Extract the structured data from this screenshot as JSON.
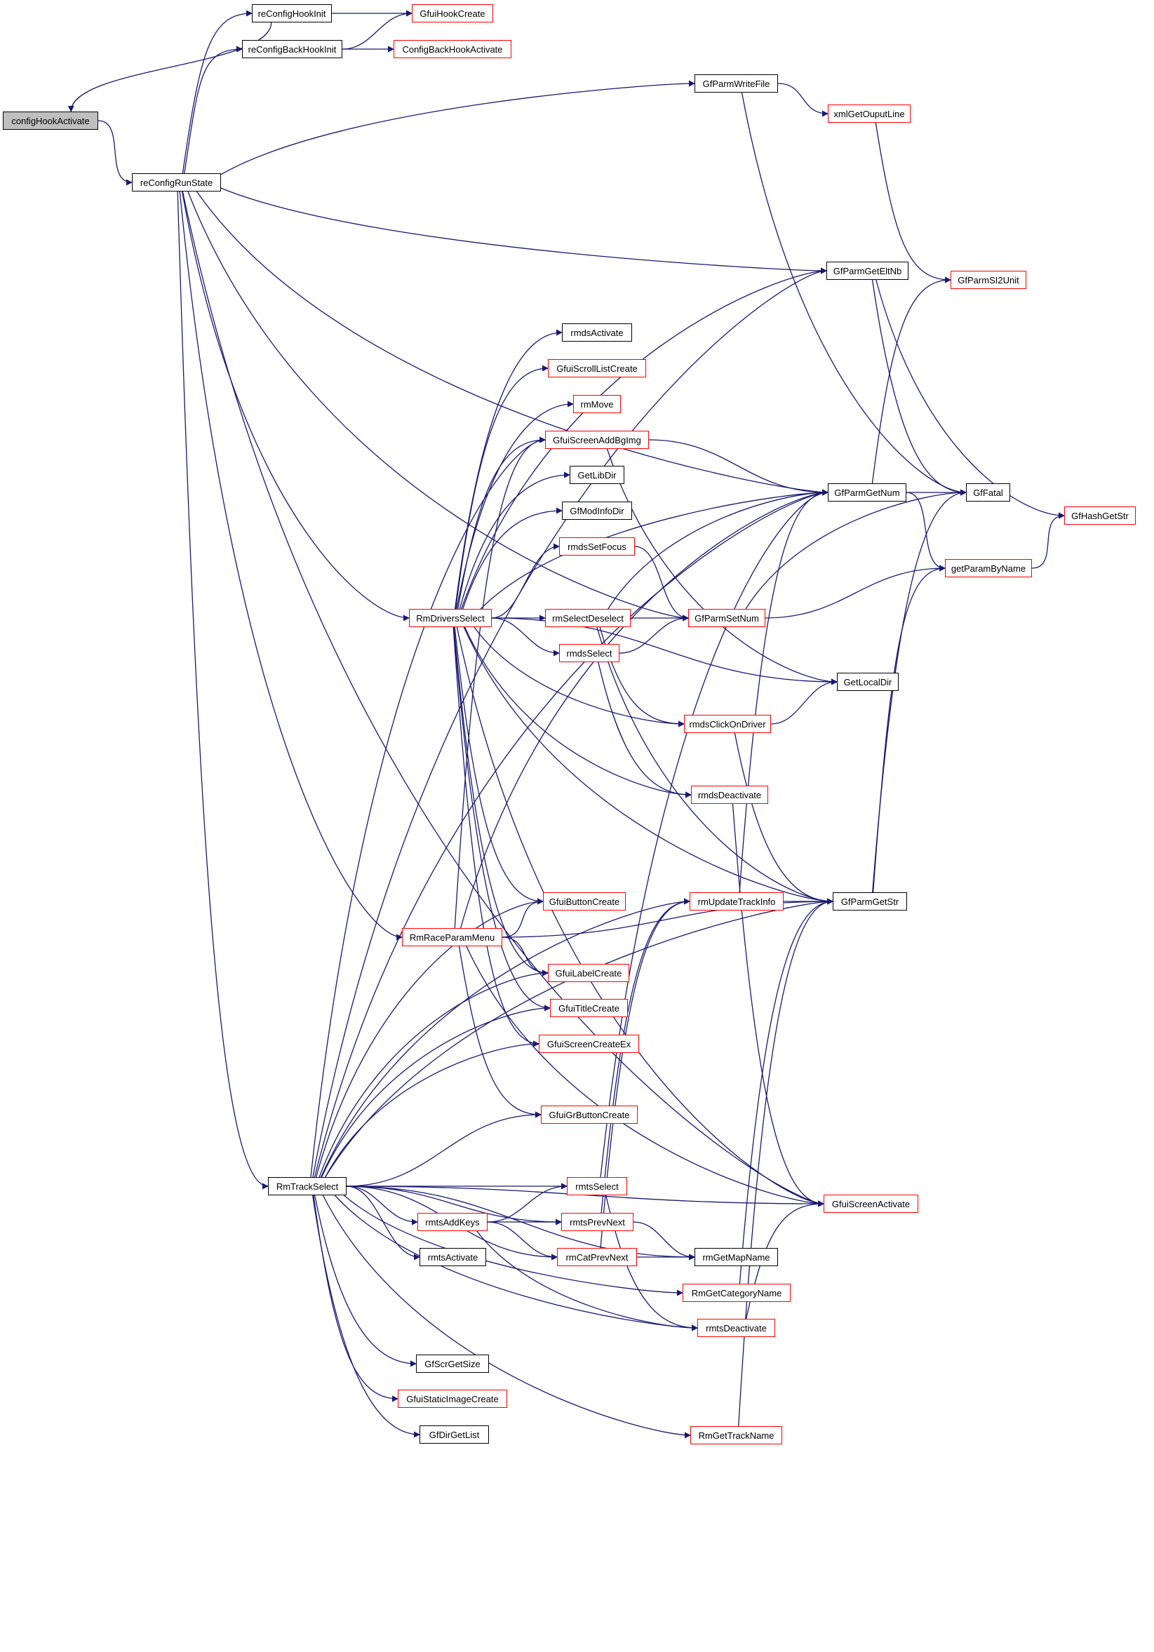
{
  "graph": {
    "edge_color": "#191970",
    "node_border_default": "#000000",
    "node_border_incomplete": "#ff0000",
    "root_fill": "#bfbfbf",
    "nodes": [
      {
        "id": "configHookActivate",
        "label": "configHookActivate",
        "style": "root"
      },
      {
        "id": "reConfigHookInit",
        "label": "reConfigHookInit",
        "style": "black"
      },
      {
        "id": "reConfigBackHookInit",
        "label": "reConfigBackHookInit",
        "style": "black"
      },
      {
        "id": "reConfigRunState",
        "label": "reConfigRunState",
        "style": "black"
      },
      {
        "id": "GfuiHookCreate",
        "label": "GfuiHookCreate",
        "style": "red"
      },
      {
        "id": "ConfigBackHookActivate",
        "label": "ConfigBackHookActivate",
        "style": "red"
      },
      {
        "id": "GfParmWriteFile",
        "label": "GfParmWriteFile",
        "style": "black"
      },
      {
        "id": "xmlGetOuputLine",
        "label": "xmlGetOuputLine",
        "style": "red"
      },
      {
        "id": "GfParmGetEltNb",
        "label": "GfParmGetEltNb",
        "style": "black"
      },
      {
        "id": "GfParmSI2Unit",
        "label": "GfParmSI2Unit",
        "style": "red"
      },
      {
        "id": "rmdsActivate",
        "label": "rmdsActivate",
        "style": "black"
      },
      {
        "id": "GfuiScrollListCreate",
        "label": "GfuiScrollListCreate",
        "style": "red"
      },
      {
        "id": "rmMove",
        "label": "rmMove",
        "style": "red"
      },
      {
        "id": "GfuiScreenAddBgImg",
        "label": "GfuiScreenAddBgImg",
        "style": "red"
      },
      {
        "id": "GetLibDir",
        "label": "GetLibDir",
        "style": "black"
      },
      {
        "id": "GfModInfoDir",
        "label": "GfModInfoDir",
        "style": "black"
      },
      {
        "id": "rmdsSetFocus",
        "label": "rmdsSetFocus",
        "style": "red"
      },
      {
        "id": "GfParmGetNum",
        "label": "GfParmGetNum",
        "style": "black"
      },
      {
        "id": "GfFatal",
        "label": "GfFatal",
        "style": "black"
      },
      {
        "id": "GfHashGetStr",
        "label": "GfHashGetStr",
        "style": "red"
      },
      {
        "id": "getParamByName",
        "label": "getParamByName",
        "style": "red"
      },
      {
        "id": "RmDriversSelect",
        "label": "RmDriversSelect",
        "style": "red"
      },
      {
        "id": "rmSelectDeselect",
        "label": "rmSelectDeselect",
        "style": "red"
      },
      {
        "id": "GfParmSetNum",
        "label": "GfParmSetNum",
        "style": "red"
      },
      {
        "id": "rmdsSelect",
        "label": "rmdsSelect",
        "style": "red"
      },
      {
        "id": "GetLocalDir",
        "label": "GetLocalDir",
        "style": "black"
      },
      {
        "id": "rmdsClickOnDriver",
        "label": "rmdsClickOnDriver",
        "style": "red"
      },
      {
        "id": "rmdsDeactivate",
        "label": "rmdsDeactivate",
        "style": "red"
      },
      {
        "id": "GfuiButtonCreate",
        "label": "GfuiButtonCreate",
        "style": "red"
      },
      {
        "id": "rmUpdateTrackInfo",
        "label": "rmUpdateTrackInfo",
        "style": "red"
      },
      {
        "id": "GfParmGetStr",
        "label": "GfParmGetStr",
        "style": "black"
      },
      {
        "id": "RmRaceParamMenu",
        "label": "RmRaceParamMenu",
        "style": "red"
      },
      {
        "id": "GfuiLabelCreate",
        "label": "GfuiLabelCreate",
        "style": "red"
      },
      {
        "id": "GfuiTitleCreate",
        "label": "GfuiTitleCreate",
        "style": "red"
      },
      {
        "id": "GfuiScreenCreateEx",
        "label": "GfuiScreenCreateEx",
        "style": "red"
      },
      {
        "id": "GfuiGrButtonCreate",
        "label": "GfuiGrButtonCreate",
        "style": "red"
      },
      {
        "id": "RmTrackSelect",
        "label": "RmTrackSelect",
        "style": "black"
      },
      {
        "id": "rmtsSelect",
        "label": "rmtsSelect",
        "style": "red"
      },
      {
        "id": "rmtsAddKeys",
        "label": "rmtsAddKeys",
        "style": "red"
      },
      {
        "id": "rmtsPrevNext",
        "label": "rmtsPrevNext",
        "style": "red"
      },
      {
        "id": "rmtsActivate",
        "label": "rmtsActivate",
        "style": "black"
      },
      {
        "id": "rmCatPrevNext",
        "label": "rmCatPrevNext",
        "style": "red"
      },
      {
        "id": "GfuiScreenActivate",
        "label": "GfuiScreenActivate",
        "style": "red"
      },
      {
        "id": "rmGetMapName",
        "label": "rmGetMapName",
        "style": "black"
      },
      {
        "id": "RmGetCategoryName",
        "label": "RmGetCategoryName",
        "style": "red"
      },
      {
        "id": "rmtsDeactivate",
        "label": "rmtsDeactivate",
        "style": "red"
      },
      {
        "id": "GfScrGetSize",
        "label": "GfScrGetSize",
        "style": "black"
      },
      {
        "id": "GfuiStaticImageCreate",
        "label": "GfuiStaticImageCreate",
        "style": "red"
      },
      {
        "id": "GfDirGetList",
        "label": "GfDirGetList",
        "style": "black"
      },
      {
        "id": "RmGetTrackName",
        "label": "RmGetTrackName",
        "style": "red"
      }
    ],
    "edges": [
      [
        "configHookActivate",
        "reConfigRunState"
      ],
      [
        "reConfigHookInit",
        "configHookActivate"
      ],
      [
        "reConfigHookInit",
        "GfuiHookCreate"
      ],
      [
        "reConfigBackHookInit",
        "GfuiHookCreate"
      ],
      [
        "reConfigBackHookInit",
        "ConfigBackHookActivate"
      ],
      [
        "reConfigRunState",
        "reConfigHookInit"
      ],
      [
        "reConfigRunState",
        "reConfigBackHookInit"
      ],
      [
        "reConfigRunState",
        "GfParmWriteFile"
      ],
      [
        "reConfigRunState",
        "GfParmGetEltNb"
      ],
      [
        "reConfigRunState",
        "GfParmGetNum"
      ],
      [
        "reConfigRunState",
        "GfParmSetNum"
      ],
      [
        "reConfigRunState",
        "RmDriversSelect"
      ],
      [
        "reConfigRunState",
        "RmRaceParamMenu"
      ],
      [
        "reConfigRunState",
        "RmTrackSelect"
      ],
      [
        "reConfigRunState",
        "GfuiScreenActivate"
      ],
      [
        "GfParmWriteFile",
        "xmlGetOuputLine"
      ],
      [
        "GfParmWriteFile",
        "GfFatal"
      ],
      [
        "xmlGetOuputLine",
        "GfParmSI2Unit"
      ],
      [
        "GfParmGetEltNb",
        "GfFatal"
      ],
      [
        "GfParmGetEltNb",
        "GfHashGetStr"
      ],
      [
        "GfParmGetNum",
        "GfFatal"
      ],
      [
        "GfParmGetNum",
        "GfParmSI2Unit"
      ],
      [
        "GfParmGetNum",
        "getParamByName"
      ],
      [
        "getParamByName",
        "GfHashGetStr"
      ],
      [
        "GfParmSetNum",
        "GfFatal"
      ],
      [
        "GfParmSetNum",
        "getParamByName"
      ],
      [
        "GfParmGetStr",
        "GfFatal"
      ],
      [
        "GfParmGetStr",
        "getParamByName"
      ],
      [
        "GfuiScreenAddBgImg",
        "GfParmGetNum"
      ],
      [
        "GfuiScreenAddBgImg",
        "GetLocalDir"
      ],
      [
        "rmdsSetFocus",
        "GfParmSetNum"
      ],
      [
        "RmDriversSelect",
        "GfParmGetEltNb"
      ],
      [
        "RmDriversSelect",
        "GfParmGetNum"
      ],
      [
        "RmDriversSelect",
        "rmdsActivate"
      ],
      [
        "RmDriversSelect",
        "GfuiScrollListCreate"
      ],
      [
        "RmDriversSelect",
        "rmMove"
      ],
      [
        "RmDriversSelect",
        "GfuiScreenAddBgImg"
      ],
      [
        "RmDriversSelect",
        "GetLibDir"
      ],
      [
        "RmDriversSelect",
        "GfModInfoDir"
      ],
      [
        "RmDriversSelect",
        "rmdsSetFocus"
      ],
      [
        "RmDriversSelect",
        "rmSelectDeselect"
      ],
      [
        "RmDriversSelect",
        "rmdsSelect"
      ],
      [
        "RmDriversSelect",
        "GetLocalDir"
      ],
      [
        "RmDriversSelect",
        "rmdsClickOnDriver"
      ],
      [
        "RmDriversSelect",
        "rmdsDeactivate"
      ],
      [
        "RmDriversSelect",
        "GfParmGetStr"
      ],
      [
        "RmDriversSelect",
        "GfuiButtonCreate"
      ],
      [
        "RmDriversSelect",
        "GfuiLabelCreate"
      ],
      [
        "RmDriversSelect",
        "GfuiTitleCreate"
      ],
      [
        "RmDriversSelect",
        "GfuiScreenCreateEx"
      ],
      [
        "RmDriversSelect",
        "GfuiScreenActivate"
      ],
      [
        "rmSelectDeselect",
        "GfParmSetNum"
      ],
      [
        "rmSelectDeselect",
        "GfParmGetNum"
      ],
      [
        "rmSelectDeselect",
        "rmdsClickOnDriver"
      ],
      [
        "rmSelectDeselect",
        "GfParmGetStr"
      ],
      [
        "rmdsSelect",
        "GfParmSetNum"
      ],
      [
        "rmdsSelect",
        "rmdsDeactivate"
      ],
      [
        "rmdsClickOnDriver",
        "GetLocalDir"
      ],
      [
        "rmdsClickOnDriver",
        "GfParmGetStr"
      ],
      [
        "rmdsDeactivate",
        "GfuiScreenActivate"
      ],
      [
        "RmRaceParamMenu",
        "GfuiScreenAddBgImg"
      ],
      [
        "RmRaceParamMenu",
        "GfParmGetNum"
      ],
      [
        "RmRaceParamMenu",
        "GfuiButtonCreate"
      ],
      [
        "RmRaceParamMenu",
        "GfParmGetStr"
      ],
      [
        "RmRaceParamMenu",
        "GfuiLabelCreate"
      ],
      [
        "RmRaceParamMenu",
        "GfuiGrButtonCreate"
      ],
      [
        "RmRaceParamMenu",
        "GfuiScreenActivate"
      ],
      [
        "rmUpdateTrackInfo",
        "GfParmGetNum"
      ],
      [
        "rmUpdateTrackInfo",
        "GfParmGetStr"
      ],
      [
        "RmTrackSelect",
        "GfParmGetEltNb"
      ],
      [
        "RmTrackSelect",
        "GfParmGetNum"
      ],
      [
        "RmTrackSelect",
        "GfuiScreenAddBgImg"
      ],
      [
        "RmTrackSelect",
        "rmUpdateTrackInfo"
      ],
      [
        "RmTrackSelect",
        "GfuiButtonCreate"
      ],
      [
        "RmTrackSelect",
        "GfuiLabelCreate"
      ],
      [
        "RmTrackSelect",
        "GfuiTitleCreate"
      ],
      [
        "RmTrackSelect",
        "GfuiScreenCreateEx"
      ],
      [
        "RmTrackSelect",
        "GfuiGrButtonCreate"
      ],
      [
        "RmTrackSelect",
        "GfParmGetStr"
      ],
      [
        "RmTrackSelect",
        "rmtsSelect"
      ],
      [
        "RmTrackSelect",
        "rmtsAddKeys"
      ],
      [
        "RmTrackSelect",
        "rmtsPrevNext"
      ],
      [
        "RmTrackSelect",
        "rmtsActivate"
      ],
      [
        "RmTrackSelect",
        "rmCatPrevNext"
      ],
      [
        "RmTrackSelect",
        "RmGetCategoryName"
      ],
      [
        "RmTrackSelect",
        "GfScrGetSize"
      ],
      [
        "RmTrackSelect",
        "GfuiStaticImageCreate"
      ],
      [
        "RmTrackSelect",
        "GfDirGetList"
      ],
      [
        "RmTrackSelect",
        "rmGetMapName"
      ],
      [
        "RmTrackSelect",
        "rmtsDeactivate"
      ],
      [
        "RmTrackSelect",
        "RmGetTrackName"
      ],
      [
        "RmTrackSelect",
        "GfuiScreenActivate"
      ],
      [
        "rmtsSelect",
        "GfParmGetNum"
      ],
      [
        "rmtsSelect",
        "rmtsDeactivate"
      ],
      [
        "rmtsAddKeys",
        "rmtsSelect"
      ],
      [
        "rmtsAddKeys",
        "rmtsPrevNext"
      ],
      [
        "rmtsAddKeys",
        "rmCatPrevNext"
      ],
      [
        "rmtsAddKeys",
        "rmtsDeactivate"
      ],
      [
        "rmtsPrevNext",
        "rmUpdateTrackInfo"
      ],
      [
        "rmtsPrevNext",
        "rmGetMapName"
      ],
      [
        "rmCatPrevNext",
        "rmUpdateTrackInfo"
      ],
      [
        "rmCatPrevNext",
        "rmGetMapName"
      ],
      [
        "RmGetCategoryName",
        "GfParmGetStr"
      ],
      [
        "rmtsDeactivate",
        "GfuiScreenActivate"
      ],
      [
        "RmGetTrackName",
        "GfParmGetStr"
      ]
    ]
  }
}
